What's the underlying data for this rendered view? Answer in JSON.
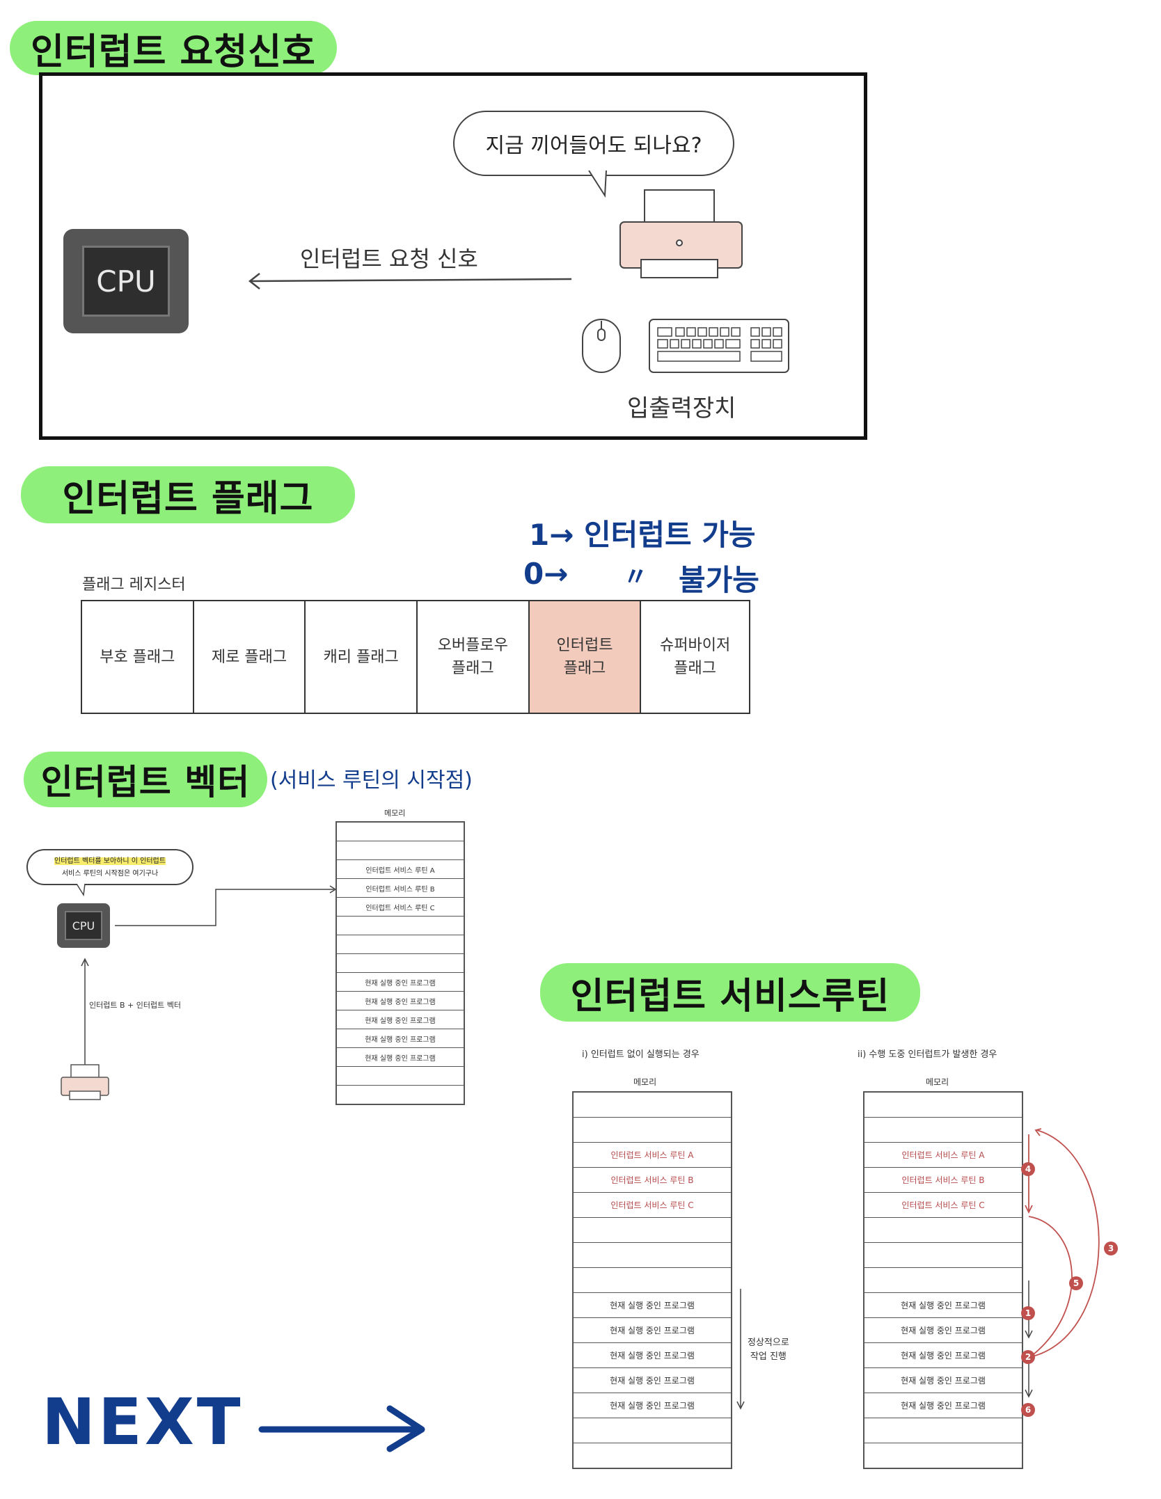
{
  "sections": {
    "request": {
      "title": "인터럽트 요청신호"
    },
    "flag": {
      "title": "인터럽트 플래그"
    },
    "vector": {
      "title": "인터럽트 벡터",
      "note": "(서비스 루틴의 시작점)"
    },
    "isr": {
      "title": "인터럽트 서비스루틴"
    }
  },
  "request_figure": {
    "bubble": "지금 끼어들어도 되나요?",
    "cpu_label": "CPU",
    "arrow_label": "인터럽트 요청 신호",
    "device_label": "입출력장치"
  },
  "flag_figure": {
    "register_label": "플래그 레지스터",
    "annotation_1": "1→ 인터럽트 가능",
    "annotation_0": "0→",
    "annotation_ditto": "〃",
    "annotation_0_text": "불가능",
    "cells": [
      {
        "line1": "부호 플래그",
        "line2": ""
      },
      {
        "line1": "제로 플래그",
        "line2": ""
      },
      {
        "line1": "캐리 플래그",
        "line2": ""
      },
      {
        "line1": "오버플로우",
        "line2": "플래그"
      },
      {
        "line1": "인터럽트",
        "line2": "플래그"
      },
      {
        "line1": "슈퍼바이저",
        "line2": "플래그"
      }
    ],
    "highlight_color": "#f2cbbd"
  },
  "vector_figure": {
    "bubble_line1": "인터럽트 벡터를 보아하니 이 인터럽트",
    "bubble_line2": "서비스 루틴의 시작점은 여기구나",
    "cpu_label": "CPU",
    "arrow_label": "인터럽트 B + 인터럽트 벡터",
    "memory_label": "메모리",
    "memory_rows": [
      "",
      "",
      "인터럽트 서비스 루틴 A",
      "인터럽트 서비스 루틴 B",
      "인터럽트 서비스 루틴 C",
      "",
      "",
      "",
      "현재 실행 중인 프로그램",
      "현재 실행 중인 프로그램",
      "현재 실행 중인 프로그램",
      "현재 실행 중인 프로그램",
      "현재 실행 중인 프로그램",
      "",
      ""
    ]
  },
  "isr_figure": {
    "case1_title": "i) 인터럽트 없이 실행되는 경우",
    "case2_title": "ii) 수행 도중 인터럽트가 발생한 경우",
    "memory_label": "메모리",
    "normal_note_line1": "정상적으로",
    "normal_note_line2": "작업 진행",
    "memory_rows": [
      "",
      "",
      "인터럽트 서비스 루틴 A",
      "인터럽트 서비스 루틴 B",
      "인터럽트 서비스 루틴 C",
      "",
      "",
      "",
      "현재 실행 중인 프로그램",
      "현재 실행 중인 프로그램",
      "현재 실행 중인 프로그램",
      "현재 실행 중인 프로그램",
      "현재 실행 중인 프로그램",
      "",
      ""
    ],
    "step_badges": [
      "1",
      "2",
      "3",
      "4",
      "5",
      "6"
    ]
  },
  "next": {
    "label": "NEXT"
  },
  "colors": {
    "highlight": "#8ef07a",
    "annotation_blue": "#123c8c",
    "routine_red": "#b5484a"
  }
}
